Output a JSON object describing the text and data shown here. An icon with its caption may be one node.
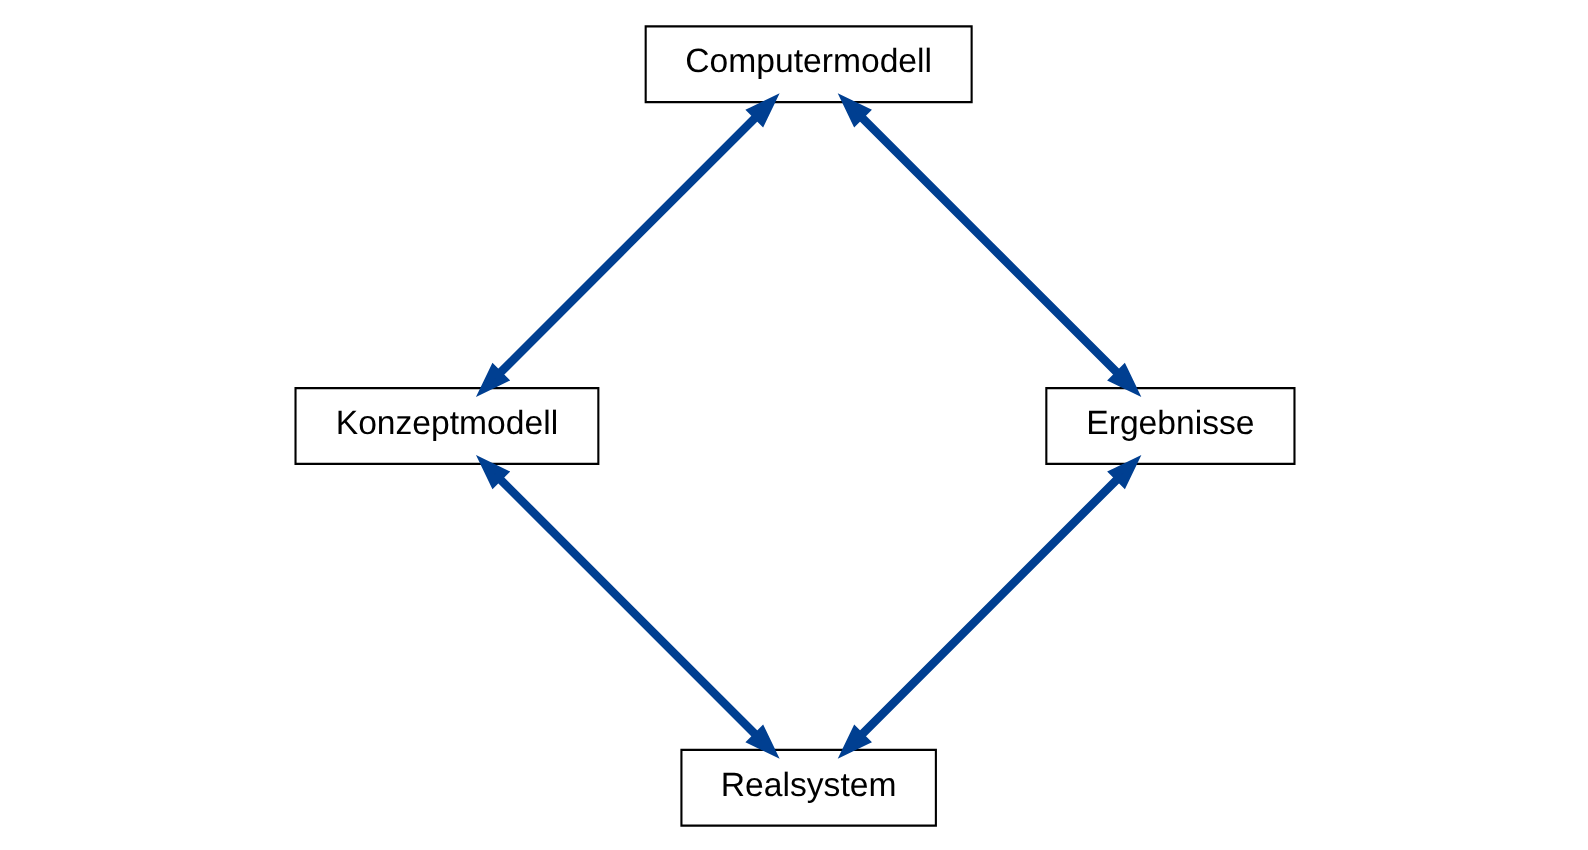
{
  "diagram": {
    "nodes": [
      {
        "text": [
          "Realsystem"
        ]
      },
      {
        "text": [
          "Ergebnisse"
        ]
      },
      {
        "text": [
          "Konzeptmodell"
        ]
      },
      {
        "text": [
          "Computermodell"
        ]
      }
    ],
    "edges": [
      {
        "from": 0,
        "to": 2,
        "arrow": "both"
      },
      {
        "from": 2,
        "to": 3,
        "arrow": "both"
      },
      {
        "from": 3,
        "to": 1,
        "arrow": "both"
      },
      {
        "from": 1,
        "to": 0,
        "arrow": "both"
      }
    ]
  }
}
